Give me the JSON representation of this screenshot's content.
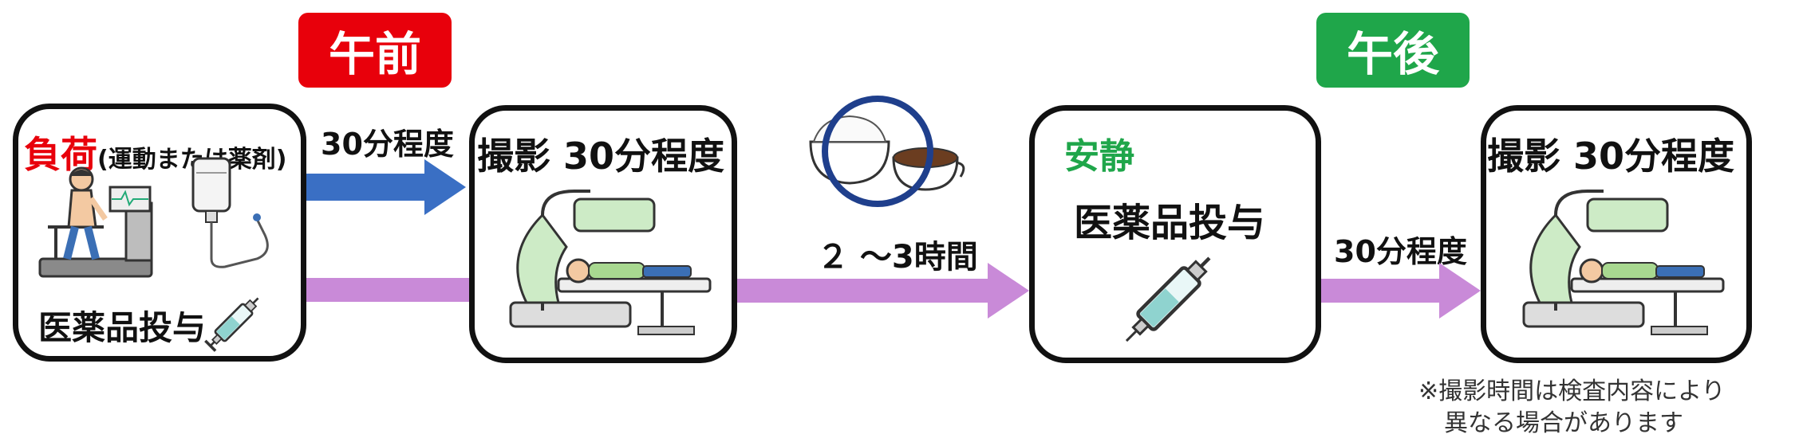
{
  "period_am": "午前",
  "period_pm": "午後",
  "colors": {
    "am_badge": "#e8000b",
    "pm_badge": "#1fa64a",
    "arrow_blue": "#3a6fc4",
    "arrow_purple": "#c98ad8",
    "load_red": "#e8000b",
    "rest_green": "#1fa64a",
    "ring_blue": "#1f3f8c"
  },
  "step1": {
    "title_main": "負荷",
    "title_sub": "(運動または薬剤)",
    "drug_label": "医薬品投与"
  },
  "arrow1_label": "30分程度",
  "step2": {
    "title": "撮影 30分程度"
  },
  "wait_label": "２ ～3時間",
  "step3": {
    "title": "安静",
    "drug_label": "医薬品投与"
  },
  "arrow3_label": "30分程度",
  "step4": {
    "title": "撮影 30分程度"
  },
  "note": {
    "line1": "※撮影時間は検査内容により",
    "line2": "異なる場合があります"
  }
}
